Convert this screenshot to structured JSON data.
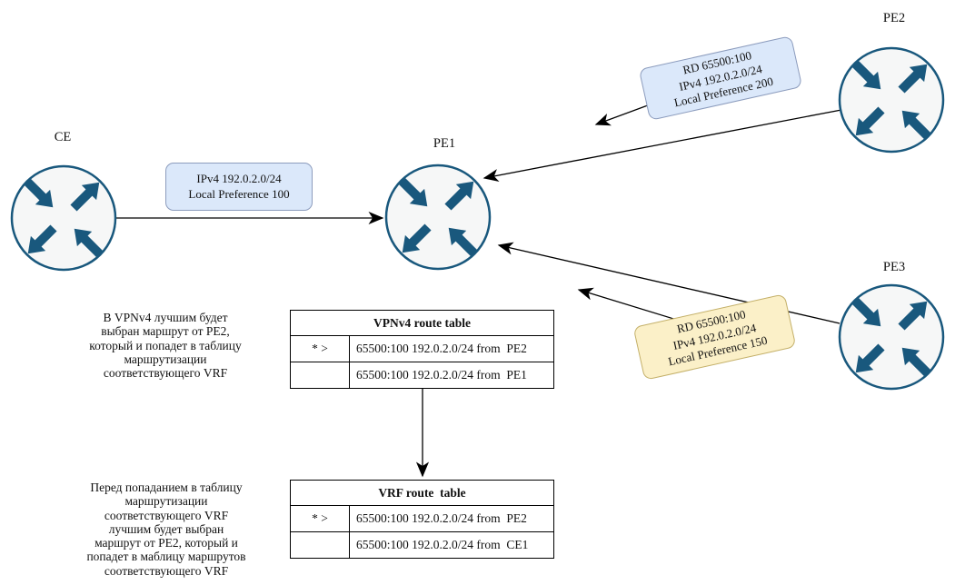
{
  "diagram": {
    "nodes": [
      {
        "id": "ce",
        "label": "CE"
      },
      {
        "id": "pe1",
        "label": "PE1"
      },
      {
        "id": "pe2",
        "label": "PE2"
      },
      {
        "id": "pe3",
        "label": "PE3"
      }
    ],
    "links": [
      {
        "from": "CE",
        "to": "PE1"
      },
      {
        "from": "PE2",
        "to": "PE1"
      },
      {
        "from": "PE3",
        "to": "PE1"
      },
      {
        "from": "VPNv4 route table",
        "to": "VRF route table"
      }
    ]
  },
  "callouts": {
    "ce_advert": {
      "lines": [
        "IPv4 192.0.2.0/24",
        "Local Preference 100"
      ]
    },
    "pe2_advert": {
      "lines": [
        "RD 65500:100",
        "IPv4 192.0.2.0/24",
        "Local Preference 200"
      ]
    },
    "pe3_advert": {
      "lines": [
        "RD 65500:100",
        "IPv4 192.0.2.0/24",
        "Local Preference 150"
      ]
    }
  },
  "tables": {
    "vpnv4": {
      "title": "VPNv4 route table",
      "rows": [
        {
          "flag": "* >",
          "route": "65500:100 192.0.2.0/24 from  PE2"
        },
        {
          "flag": "",
          "route": "65500:100 192.0.2.0/24 from  PE1"
        }
      ]
    },
    "vrf": {
      "title": "VRF route  table",
      "rows": [
        {
          "flag": "* >",
          "route": "65500:100 192.0.2.0/24 from  PE2"
        },
        {
          "flag": "",
          "route": "65500:100 192.0.2.0/24 from  CE1"
        }
      ]
    }
  },
  "annotations": {
    "vpnv4_note": "В VPNv4 лучшим будет\nвыбран маршрут от PE2,\nкоторый и попадет в таблицу\nмаршрутизации\nсоответствующего VRF",
    "vrf_note": "Перед попаданием в таблицу\nмаршрутизации\nсоответствующего VRF\nлучшим будет выбран\nмаршрут от PE2, который и\nпопадет в маблицу маршрутов\nсоответствующего VRF"
  },
  "colors": {
    "router_stroke": "#19587d",
    "router_fill": "#f6f7f7",
    "callout_blue_bg": "#dbe8fa",
    "callout_blue_border": "#8c9cbd",
    "callout_yellow_bg": "#fbf0c8",
    "callout_yellow_border": "#c4b069",
    "line_color": "#000000",
    "text_color": "#111111"
  }
}
